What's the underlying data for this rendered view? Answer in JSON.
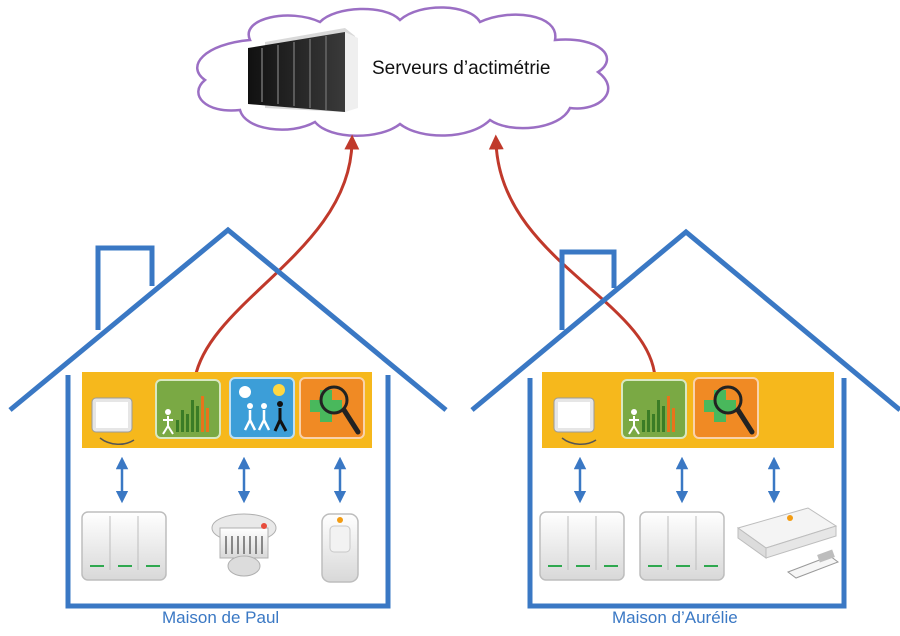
{
  "cloud": {
    "label": "Serveurs d’actimétrie",
    "icon": "server-rack-icon",
    "outline_color": "#9b6fc4"
  },
  "houses": [
    {
      "label": "Maison de Paul",
      "gateway_apps": [
        "tablet-icon",
        "activity-chart-icon",
        "walking-people-lightbulb-icon",
        "health-search-icon"
      ],
      "devices": [
        "wall-switch-icon",
        "smoke-detector-icon",
        "motion-sensor-icon"
      ]
    },
    {
      "label": "Maison d’Aurélie",
      "gateway_apps": [
        "tablet-icon",
        "activity-chart-icon",
        "health-search-icon"
      ],
      "devices": [
        "wall-switch-icon",
        "wall-switch-icon",
        "usb-gateway-icon"
      ]
    }
  ],
  "colors": {
    "house_outline": "#3a78c4",
    "gateway_bar": "#f6b81c",
    "upload_arrow": "#c0392b",
    "link_arrow": "#3a78c4"
  }
}
